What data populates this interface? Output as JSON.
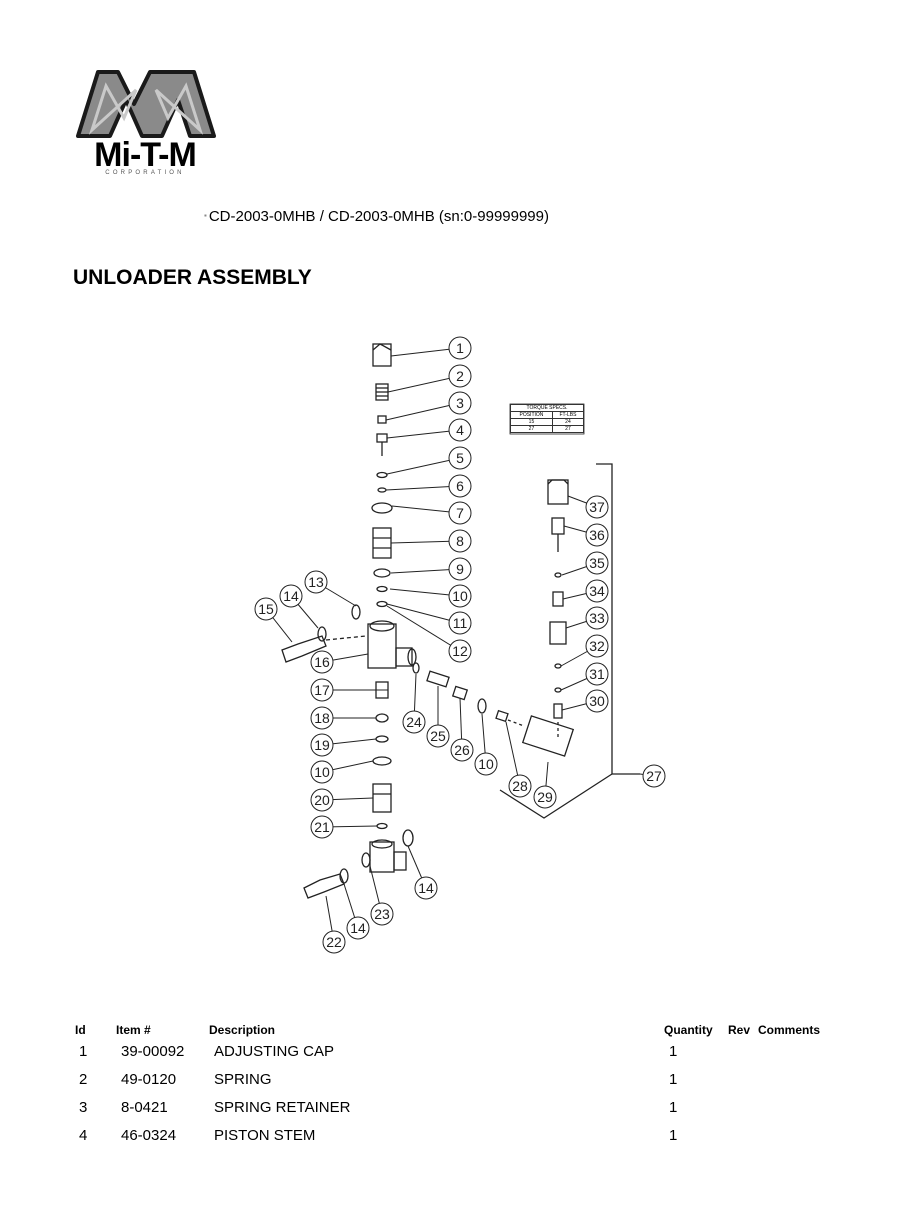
{
  "logo": {
    "brand": "Mi-T-M",
    "sub": "CORPORATION"
  },
  "model_line": "CD-2003-0MHB  / CD-2003-0MHB (sn:0-99999999)",
  "title": "UNLOADER ASSEMBLY",
  "torque_table": {
    "title": "TORQUE SPECS.",
    "headers": [
      "POSITION",
      "FT-LBS"
    ],
    "rows": [
      [
        "15",
        "24"
      ],
      [
        "27",
        "27"
      ]
    ]
  },
  "callouts": [
    "1",
    "2",
    "3",
    "4",
    "5",
    "6",
    "7",
    "8",
    "9",
    "10",
    "11",
    "12",
    "13",
    "14",
    "15",
    "16",
    "17",
    "18",
    "19",
    "10",
    "20",
    "21",
    "14",
    "23",
    "14",
    "22",
    "24",
    "25",
    "26",
    "10",
    "28",
    "29",
    "27",
    "37",
    "36",
    "35",
    "34",
    "33",
    "32",
    "31",
    "30"
  ],
  "parts_table": {
    "headers": {
      "id": "Id",
      "item": "Item #",
      "description": "Description",
      "quantity": "Quantity",
      "rev": "Rev",
      "comments": "Comments"
    },
    "rows": [
      {
        "id": "1",
        "item": "39-00092",
        "description": "ADJUSTING CAP",
        "quantity": "1"
      },
      {
        "id": "2",
        "item": "49-0120",
        "description": "SPRING",
        "quantity": "1"
      },
      {
        "id": "3",
        "item": "8-0421",
        "description": "SPRING RETAINER",
        "quantity": "1"
      },
      {
        "id": "4",
        "item": "46-0324",
        "description": "PISTON STEM",
        "quantity": "1"
      }
    ]
  }
}
